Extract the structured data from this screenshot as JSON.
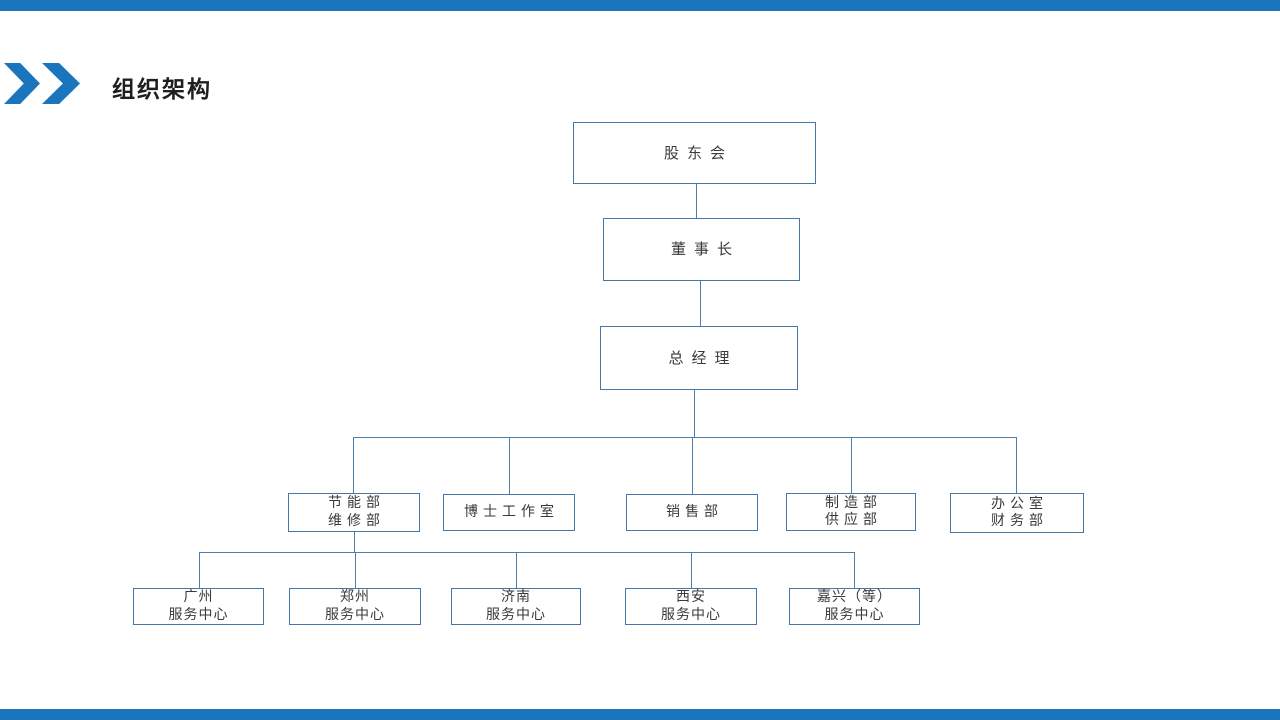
{
  "slide": {
    "title": "组织架构",
    "colors": {
      "accent_blue": "#1b75bc",
      "box_border": "#4577a9",
      "connector_line": "#4f7eac",
      "box_text": "#3a3a3a",
      "title_text": "#1f1f1f"
    }
  },
  "org": {
    "nodes": {
      "shareholders": {
        "label": "股东会"
      },
      "chairman": {
        "label": "董事长"
      },
      "general_manager": {
        "label": "总经理"
      },
      "energy_maintenance": {
        "line1": "节能部",
        "line2": "维修部"
      },
      "phd_studio": {
        "label": "博士工作室"
      },
      "sales": {
        "label": "销售部"
      },
      "manufacturing_supply": {
        "line1": "制造部",
        "line2": "供应部"
      },
      "office_finance": {
        "line1": "办公室",
        "line2": "财务部"
      },
      "guangzhou_center": {
        "line1": "广州",
        "line2": "服务中心"
      },
      "zhengzhou_center": {
        "line1": "郑州",
        "line2": "服务中心"
      },
      "jinan_center": {
        "line1": "济南",
        "line2": "服务中心"
      },
      "xian_center": {
        "line1": "西安",
        "line2": "服务中心"
      },
      "jiaxing_center": {
        "line1": "嘉兴（等）",
        "line2": "服务中心"
      }
    }
  }
}
